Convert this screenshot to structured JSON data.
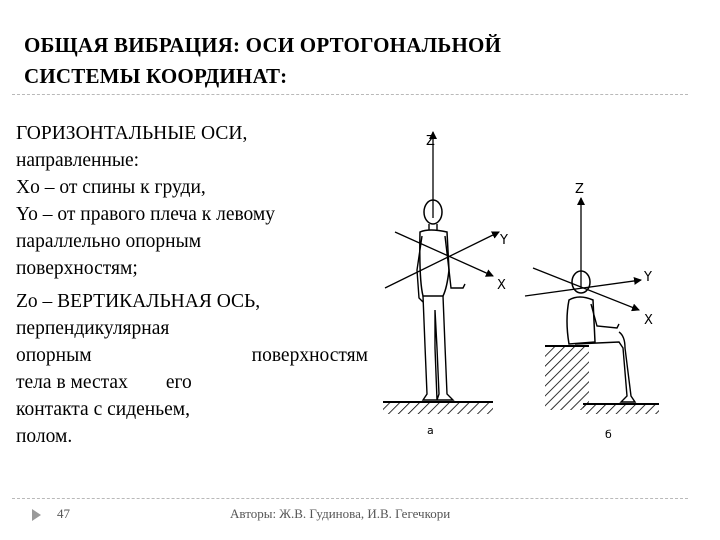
{
  "slide": {
    "title_lines": [
      "ОБЩАЯ ВИБРАЦИЯ: ОСИ ОРТОГОНАЛЬНОЙ",
      "СИСТЕМЫ КООРДИНАТ:"
    ],
    "paragraphs": [
      {
        "lines": [
          "ГОРИЗОНТАЛЬНЫЕ ОСИ,",
          "направленные:"
        ]
      },
      {
        "lines": [
          "Xo – от спины к груди,"
        ]
      },
      {
        "lines": [
          "Yo – от правого плеча к левому",
          "параллельно опорным",
          "поверхностям;"
        ]
      },
      {
        "lines": [
          "Zo – ВЕРТИКАЛЬНАЯ ОСЬ,",
          "перпендикулярная"
        ],
        "justified_line": [
          "опорным",
          "поверхностям"
        ],
        "justified_line2": [
          "тела в местах",
          "его"
        ],
        "tail_lines": [
          "контакта с сиденьем,",
          "полом."
        ]
      }
    ]
  },
  "figure": {
    "standing": {
      "z_label": "Z",
      "y_label": "Y",
      "x_label": "X",
      "caption": "а"
    },
    "seated": {
      "z_label": "Z",
      "y_label": "Y",
      "x_label": "X",
      "caption": "б"
    }
  },
  "footer": {
    "page_number": "47",
    "authors": "Авторы: Ж.В. Гудинова, И.В. Гегечкори"
  }
}
